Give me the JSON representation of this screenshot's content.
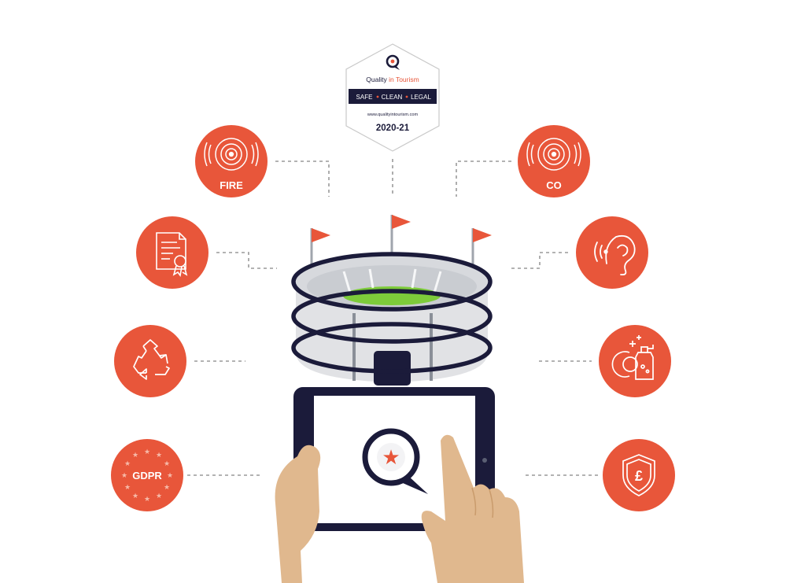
{
  "badge": {
    "brand_prefix": "Quality ",
    "brand_highlight": "in Tourism",
    "tag_1": "SAFE",
    "tag_2": "CLEAN",
    "tag_3": "LEGAL",
    "website": "www.qualityintourism.com",
    "year": "2020-21"
  },
  "icons": {
    "fire_label": "FIRE",
    "co_label": "CO",
    "gdpr_label": "GDPR",
    "currency_symbol": "£"
  },
  "colors": {
    "accent": "#E8563A",
    "navy": "#1B1B3A",
    "pitch": "#7DCB3A",
    "skin": "#E0B88E",
    "connector": "#9a9a9a"
  }
}
